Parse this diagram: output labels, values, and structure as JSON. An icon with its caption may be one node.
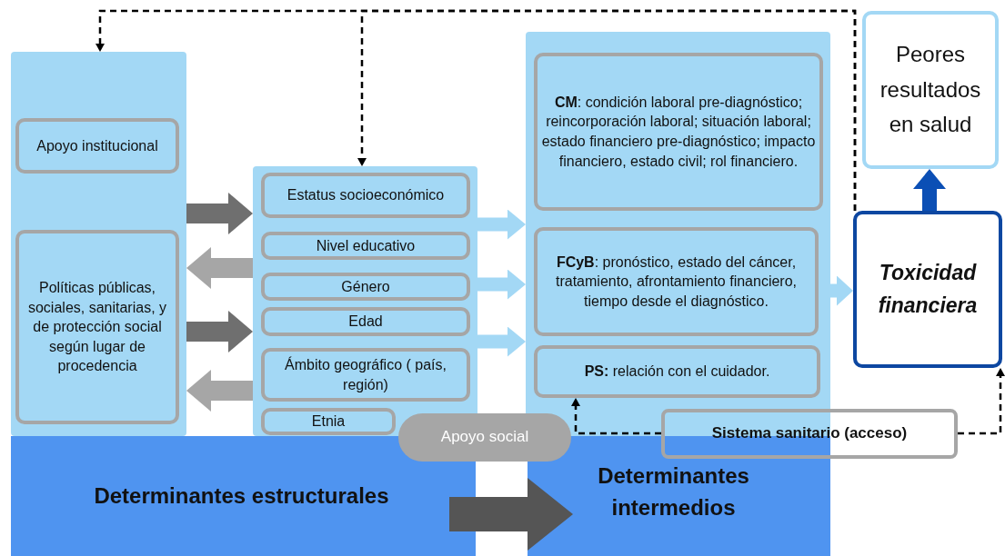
{
  "diagram": {
    "nodes": [
      {
        "text": [],
        "shape": "box"
      },
      {
        "text": [
          "Apoyo institucional"
        ],
        "in": 0
      },
      {
        "text": [
          "Políticas públicas, sociales, sanitarias, y de protección social según lugar de procedencia"
        ],
        "in": 0
      },
      {
        "text": [],
        "shape": "box"
      },
      {
        "text": [
          "Estatus socioeconómico"
        ],
        "in": 3
      },
      {
        "text": [
          "Nivel educativo"
        ],
        "in": 3
      },
      {
        "text": [
          "Género"
        ],
        "in": 3
      },
      {
        "text": [
          "Edad"
        ],
        "in": 3
      },
      {
        "text": [
          "Ámbito geográfico ( país, región)"
        ],
        "in": 3
      },
      {
        "text": [
          "Etnia"
        ],
        "in": 3
      },
      {
        "text": [],
        "shape": "box"
      },
      {
        "text": [
          "**CM**: condición laboral pre-diagnóstico; reincorporación laboral; situación laboral; estado financiero pre-diagnóstico; impacto financiero, estado civil; rol financiero."
        ],
        "in": 10
      },
      {
        "text": [
          "**FCyB**: pronóstico, estado del cáncer, tratamiento, afrontamiento financiero, tiempo desde el diagnóstico."
        ],
        "in": 10
      },
      {
        "text": [
          "**PS:** relación con el cuidador."
        ],
        "in": 10
      },
      {
        "text": [
          "Peores resultados en salud"
        ]
      },
      {
        "text": [
          "Toxicidad financiera"
        ]
      },
      {
        "text": [
          "Apoyo social"
        ]
      },
      {
        "text": [
          "Sistema sanitario (acceso)"
        ]
      },
      {
        "text": [
          "Determinantes estructurales"
        ]
      },
      {
        "text": [
          "Determinantes intermedios"
        ]
      }
    ],
    "edges": [
      {
        "from": 15,
        "to": 0,
        "arrow": "to",
        "style": "dashed"
      },
      {
        "from": 15,
        "to": 3,
        "arrow": "to",
        "style": "dashed"
      },
      {
        "from": 17,
        "to": 13,
        "arrow": "to",
        "style": "dashed"
      },
      {
        "from": 17,
        "to": 15,
        "arrow": "to",
        "style": "dashed"
      },
      {
        "from": 0,
        "to": 3,
        "arrow": "to",
        "color": "#6f6f6f"
      },
      {
        "from": 3,
        "to": 0,
        "arrow": "to",
        "color": "#a6a6a6"
      },
      {
        "from": 0,
        "to": 3,
        "arrow": "to",
        "color": "#6f6f6f"
      },
      {
        "from": 3,
        "to": 0,
        "arrow": "to",
        "color": "#a6a6a6"
      },
      {
        "from": 3,
        "to": 10,
        "arrow": "to",
        "color": "#a3d8f5"
      },
      {
        "from": 3,
        "to": 10,
        "arrow": "to",
        "color": "#a3d8f5"
      },
      {
        "from": 3,
        "to": 10,
        "arrow": "to",
        "color": "#a3d8f5"
      },
      {
        "from": 10,
        "to": 15,
        "arrow": "to",
        "color": "#a3d8f5"
      },
      {
        "from": 15,
        "to": 14,
        "arrow": "to",
        "color": "#0b4fb5"
      },
      {
        "from": 18,
        "to": 19,
        "arrow": "to",
        "style": "thick",
        "color": "#555555"
      }
    ]
  }
}
